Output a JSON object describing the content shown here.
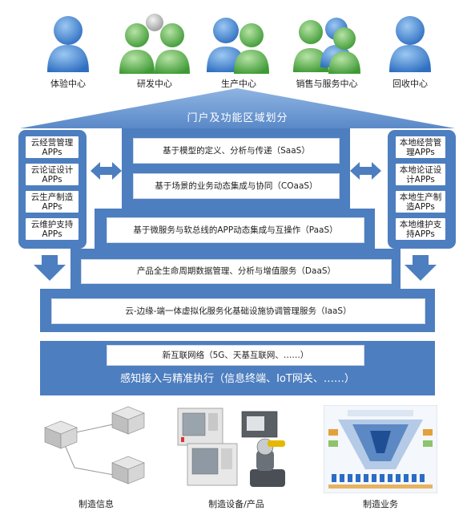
{
  "users": [
    {
      "label": "体验中心"
    },
    {
      "label": "研发中心"
    },
    {
      "label": "生产中心"
    },
    {
      "label": "销售与服务中心"
    },
    {
      "label": "回收中心"
    }
  ],
  "portal_title": "门户及功能区域划分",
  "left_apps": [
    "云经营管理APPs",
    "云论证设计APPs",
    "云生产制造APPs",
    "云维护支持APPs"
  ],
  "right_apps": [
    "本地经营管理APPs",
    "本地论证设计APPs",
    "本地生产制造APPs",
    "本地维护支持APPs"
  ],
  "layers": {
    "saas": "基于模型的定义、分析与传递（SaaS）",
    "coaas": "基于场景的业务动态集成与协同（COaaS）",
    "paas": "基于微服务与软总线的APP动态集成与互操作（PaaS）",
    "daas": "产品全生命周期数据管理、分析与增值服务（DaaS）",
    "iaas": "云-边缘-端一体虚拟化服务化基础设施协调管理服务（IaaS）",
    "network": "新互联网络（5G、天基互联网、……）",
    "sensing": "感知接入与精准执行（信息终端、IoT网关、……）"
  },
  "bottom": [
    {
      "label": "制造信息"
    },
    {
      "label": "制造设备/产品"
    },
    {
      "label": "制造业务"
    }
  ],
  "colors": {
    "primary_blue": "#4d7ebf",
    "light_blue": "#6c9ad4",
    "user_blue": "#3f7fd0",
    "user_green": "#5fb54a"
  }
}
